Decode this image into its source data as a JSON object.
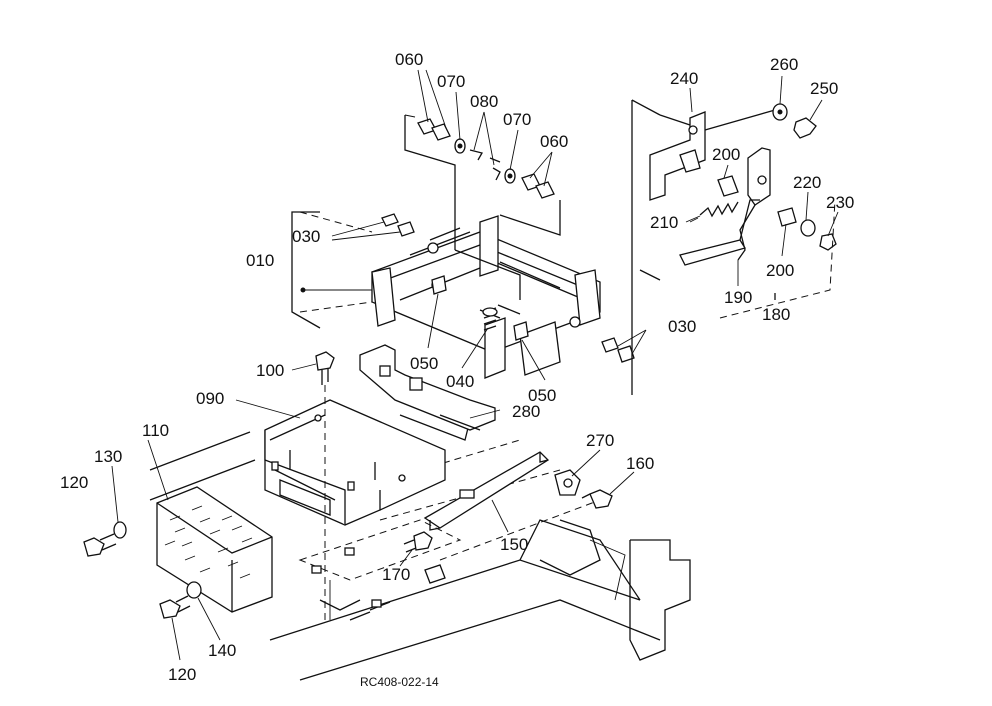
{
  "diagram": {
    "drawing_code": "RC408-022-14",
    "callouts": [
      {
        "id": "c060a",
        "text": "060"
      },
      {
        "id": "c070a",
        "text": "070"
      },
      {
        "id": "c080",
        "text": "080"
      },
      {
        "id": "c070b",
        "text": "070"
      },
      {
        "id": "c060b",
        "text": "060"
      },
      {
        "id": "c240",
        "text": "240"
      },
      {
        "id": "c260",
        "text": "260"
      },
      {
        "id": "c250",
        "text": "250"
      },
      {
        "id": "c200a",
        "text": "200"
      },
      {
        "id": "c220",
        "text": "220"
      },
      {
        "id": "c230",
        "text": "230"
      },
      {
        "id": "c210",
        "text": "210"
      },
      {
        "id": "c200b",
        "text": "200"
      },
      {
        "id": "c190",
        "text": "190"
      },
      {
        "id": "c180",
        "text": "180"
      },
      {
        "id": "c030a",
        "text": "030"
      },
      {
        "id": "c010",
        "text": "010"
      },
      {
        "id": "c030b",
        "text": "030"
      },
      {
        "id": "c050a",
        "text": "050"
      },
      {
        "id": "c040",
        "text": "040"
      },
      {
        "id": "c050b",
        "text": "050"
      },
      {
        "id": "c100",
        "text": "100"
      },
      {
        "id": "c090",
        "text": "090"
      },
      {
        "id": "c280",
        "text": "280"
      },
      {
        "id": "c110",
        "text": "110"
      },
      {
        "id": "c130",
        "text": "130"
      },
      {
        "id": "c120a",
        "text": "120"
      },
      {
        "id": "c270",
        "text": "270"
      },
      {
        "id": "c160",
        "text": "160"
      },
      {
        "id": "c150",
        "text": "150"
      },
      {
        "id": "c170",
        "text": "170"
      },
      {
        "id": "c140",
        "text": "140"
      },
      {
        "id": "c120b",
        "text": "120"
      }
    ]
  }
}
